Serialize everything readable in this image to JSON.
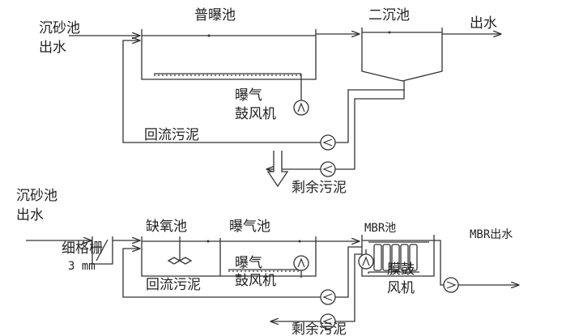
{
  "top": {
    "inlet_line1": "沉砂池",
    "inlet_line2": "出水",
    "aeration_tank": "普曝池",
    "clarifier": "二沉池",
    "outlet": "出水",
    "blower_line1": "曝气",
    "blower_line2": "鼓风机",
    "return_sludge": "回流污泥",
    "excess_sludge": "剩余污泥"
  },
  "bottom": {
    "inlet_line1": "沉砂池",
    "inlet_line2": "出水",
    "screen_line1": "细格栅",
    "screen_line2": "3 mm",
    "anoxic_tank": "缺氧池",
    "aeration_tank": "曝气池",
    "mbr_tank": "MBR池",
    "outlet": "MBR出水",
    "blower_line1": "曝气",
    "blower_line2": "鼓风机",
    "membrane_blower_line1": "膜鼓",
    "membrane_blower_line2": "风机",
    "return_sludge": "回流污泥",
    "excess_sludge": "剩余污泥"
  }
}
